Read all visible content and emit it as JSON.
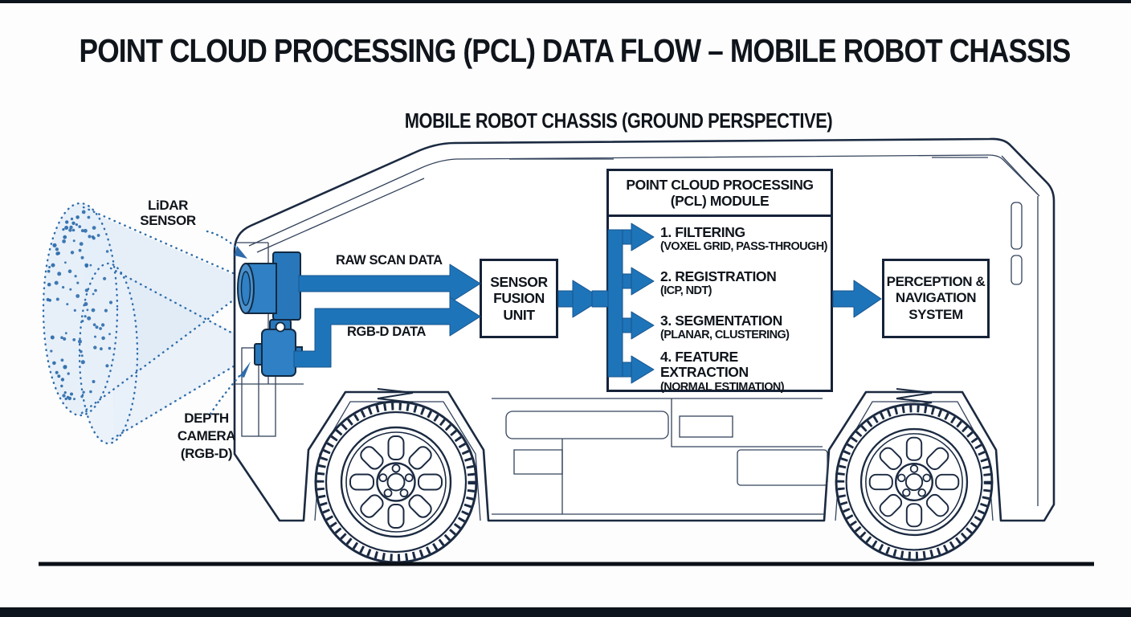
{
  "title": "POINT CLOUD PROCESSING (PCL) DATA FLOW – MOBILE ROBOT CHASSIS",
  "subtitle": "MOBILE ROBOT CHASSIS (GROUND PERSPECTIVE)",
  "labels": {
    "lidar": {
      "line1": "LiDAR",
      "line2": "SENSOR"
    },
    "depth": {
      "line1": "DEPTH",
      "line2": "CAMERA",
      "line3": "(RGB-D)"
    },
    "raw_scan": "RAW SCAN DATA",
    "rgbd": "RGB-D DATA"
  },
  "boxes": {
    "sensor_fusion": {
      "line1": "SENSOR",
      "line2": "FUSION",
      "line3": "UNIT"
    },
    "pcl": {
      "title_line1": "POINT CLOUD PROCESSING",
      "title_line2": "(PCL) MODULE",
      "steps": [
        {
          "name": "1. FILTERING",
          "detail": "(VOXEL GRID, PASS-THROUGH)"
        },
        {
          "name": "2. REGISTRATION",
          "detail": "(ICP, NDT)"
        },
        {
          "name": "3. SEGMENTATION",
          "detail": "(PLANAR, CLUSTERING)"
        },
        {
          "name": "4. FEATURE EXTRACTION",
          "detail": "(NORMAL ESTIMATION)"
        }
      ]
    },
    "perception": {
      "line1": "PERCEPTION &",
      "line2": "NAVIGATION",
      "line3": "SYSTEM"
    }
  },
  "colors": {
    "arrow_blue": "#1e74b8",
    "outline_navy": "#1b2a41",
    "cone_blue": "#2e6cab",
    "ink": "#10151c"
  }
}
